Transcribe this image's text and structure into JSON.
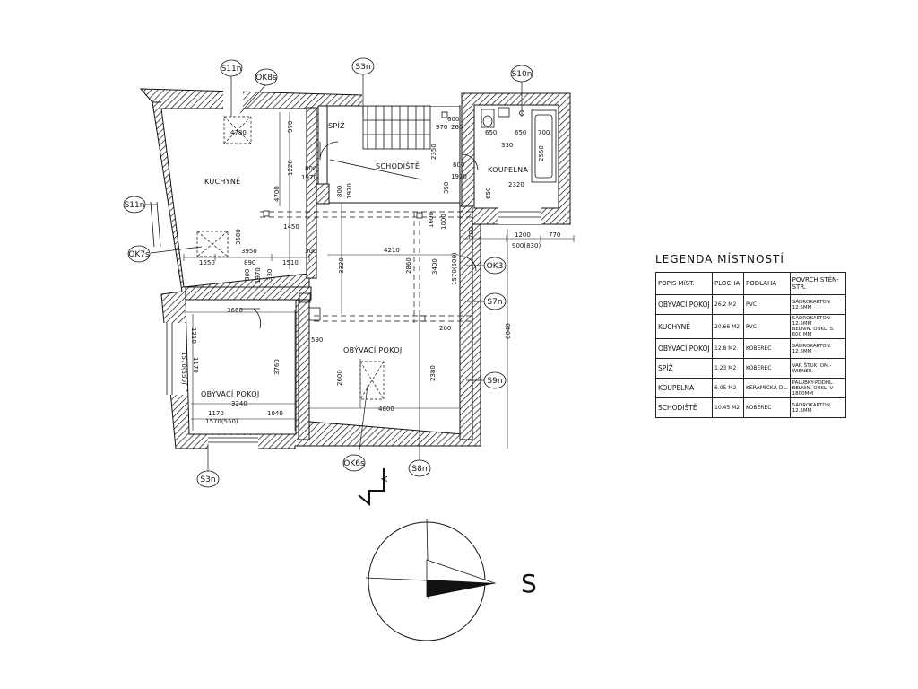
{
  "rooms": {
    "kuchyne": "KUCHYNĚ",
    "spiz": "SPÍŽ",
    "schodiste": "SCHODIŠTĚ",
    "koupelna": "KOUPELNA",
    "obyvaci_pokoj_left": "OBÝVACÍ POKOJ",
    "obyvaci_pokoj_right": "OBÝVACÍ POKOJ"
  },
  "tags": {
    "s11n_top": "S11n",
    "ok8s": "OK8s",
    "s3n_top": "S3n",
    "s10n": "S10n",
    "s11n_left": "S11n",
    "ok7s": "OK7s",
    "ok3": "OK3",
    "s7n": "S7n",
    "s9n": "S9n",
    "ok6s": "OK6s",
    "s8n": "S8n",
    "s3n_bottom": "S3n",
    "section": "A"
  },
  "dimensions": {
    "d4780": "4780",
    "d970": "970",
    "d1220": "1220",
    "d4700": "4700",
    "d3580": "3580",
    "d1450": "1450",
    "d3950": "3950",
    "d300a": "300",
    "d1550": "1550",
    "d890": "890",
    "d1510": "1510",
    "d800a": "800",
    "d1970a": "1970",
    "d330": "330",
    "d800b": "800",
    "d1970b": "1970",
    "d800c": "800",
    "d1970c": "1970",
    "d2350": "2350",
    "d600a": "600",
    "d970b": "970",
    "d260": "260",
    "d600b": "600",
    "d1970d": "1970",
    "d350": "350",
    "d650a": "650",
    "d650b": "650",
    "d700a": "700",
    "d330b": "330",
    "d2550": "2550",
    "d2320": "2320",
    "d650c": "650",
    "d1600": "1600",
    "d1000": "1000",
    "d4210": "4210",
    "d3320": "3320",
    "d2860": "2860",
    "d3400": "3400",
    "d1570_600": "1570(600)",
    "d700b": "700",
    "d1200": "1200",
    "d770": "770",
    "d900_830": "900(830)",
    "d3660": "3660",
    "d1210": "1210",
    "d1570_550v": "1570(550)",
    "d1170v": "1170",
    "d3760": "3760",
    "d3240": "3240",
    "d1170": "1170",
    "d1040": "1040",
    "d1570_550": "1570(550)",
    "d590": "590",
    "d200": "200",
    "d2600": "2600",
    "d2380": "2380",
    "d4800": "4800",
    "d6040": "6040"
  },
  "compass": {
    "label": "S"
  },
  "legend": {
    "title": "LEGENDA MÍSTNOSTÍ",
    "headers": [
      "POPIS MíST.",
      "PLOCHA",
      "PODLAHA",
      "POVRCH STĚN- STR."
    ],
    "rows": [
      {
        "name": "OBÝVACÍ POKOJ",
        "area": "26.2 M2",
        "floor": "PVC",
        "wall": [
          "SÁDROKARTON 12.5MM"
        ]
      },
      {
        "name": "KUCHYNĚ",
        "area": "20.66 M2",
        "floor": "PVC",
        "wall": [
          "SÁDROKARTON 12.5MM",
          "BELNIN. OBKL. S. 600 MM"
        ]
      },
      {
        "name": "OBÝVACÍ POKOJ",
        "area": "12.8 M2",
        "floor": "KOBEREC",
        "wall": [
          "SÁDROKARTON 12.5MM"
        ]
      },
      {
        "name": "SPÍŽ",
        "area": "1.23 M2",
        "floor": "KOBEREC",
        "wall": [
          "VAP. ŠTUK. OM.-WIENER."
        ]
      },
      {
        "name": "KOUPELNA",
        "area": "6.05 M2",
        "floor": "KERAMICKÁ DL.",
        "wall": [
          "PALUBKY-PODHL.",
          "BELNIN. OBKL. V 1800MM"
        ]
      },
      {
        "name": "SCHODIŠTĚ",
        "area": "10.45 M2",
        "floor": "KOBEREC",
        "wall": [
          "SÁDROKARTON 12.5MM"
        ]
      }
    ]
  }
}
